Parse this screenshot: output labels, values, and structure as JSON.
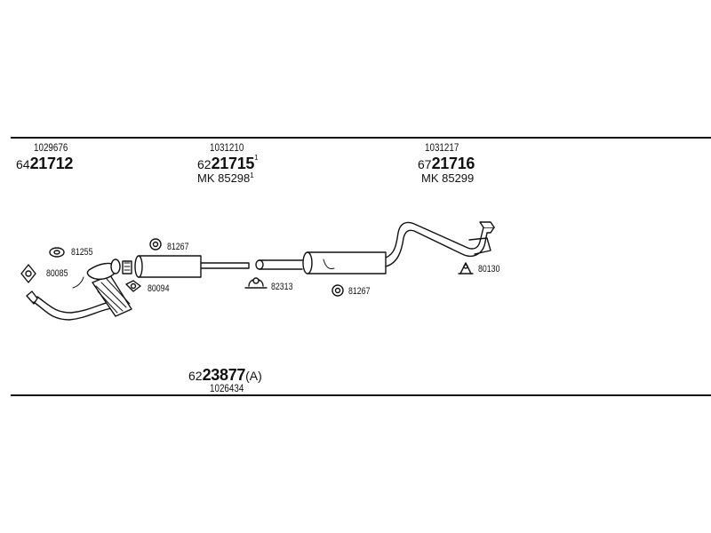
{
  "columns": [
    {
      "ref": "1029676",
      "prefix": "64",
      "main": "21712"
    },
    {
      "ref": "1031210",
      "prefix": "62",
      "main": "21715",
      "sup": "1",
      "mk": "MK 85298",
      "mk_sup": "1"
    },
    {
      "ref": "1031217",
      "prefix": "67",
      "main": "21716",
      "mk": "MK 85299"
    }
  ],
  "part_labels": [
    "81255",
    "80085",
    "81267",
    "80094",
    "82313",
    "81267",
    "80130"
  ],
  "kit": {
    "prefix": "62",
    "main": "23877",
    "suffix": "(A)",
    "ref": "1026434"
  }
}
